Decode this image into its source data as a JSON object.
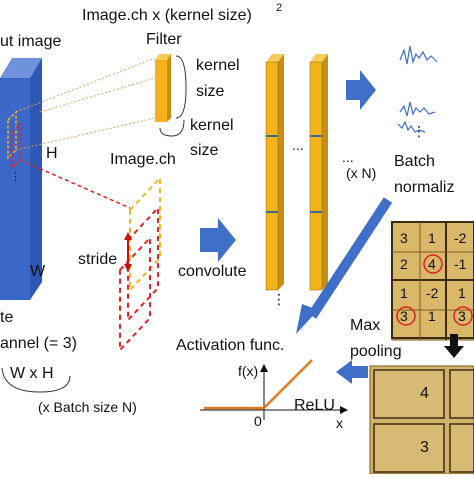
{
  "labels": {
    "image_ch_kernel": "Image.ch x (kernel size)",
    "image_ch_kernel_sup": "2",
    "input_image": "ut image",
    "filter": "Filter",
    "kernel_size_1a": "kernel",
    "kernel_size_1b": "size",
    "kernel_size_2a": "kernel",
    "kernel_size_2b": "size",
    "h": "H",
    "image_ch": "Image.ch",
    "x_n": "(x N)",
    "dots_mid": "...",
    "dots_side": "...",
    "batch": "Batch",
    "normaliz": "normaliz",
    "stride": "stride",
    "convolute": "convolute",
    "w": "W",
    "te": "te",
    "annel": "annel (= 3)",
    "wxh": "W x H",
    "batch_size_n": "(x Batch size N)",
    "activation": "Activation func.",
    "max": "Max",
    "pooling": "pooling",
    "fx": "f(x)",
    "relu": "ReLU",
    "zero": "0",
    "x_axis": "x",
    "dots_bottom": "..."
  },
  "feature_map": [
    [
      "3",
      "1",
      "-2"
    ],
    [
      "2",
      "4",
      "-1"
    ],
    [
      "1",
      "-2",
      "1"
    ],
    [
      "3",
      "1",
      "3"
    ]
  ],
  "circled": [
    "4",
    "3",
    "3"
  ],
  "pooled": [
    "4",
    "3"
  ],
  "colors": {
    "input_blue": "#3a67c8",
    "filter_yellow": "#f4b31a",
    "filter_edge": "#b27a00",
    "arrow_blue": "#3f6fc6",
    "dash_red": "#e22424",
    "dash_yellow": "#f5b324",
    "grid_fill": "#d9b86a",
    "pool_fill": "#d2b36a",
    "relu_orange": "#e07a1f",
    "circle_red": "#e02020"
  }
}
